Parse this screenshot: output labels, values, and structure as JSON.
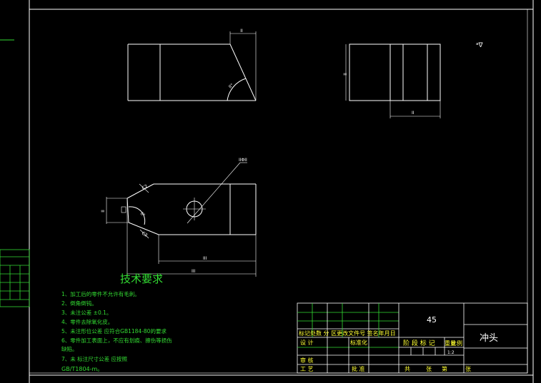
{
  "colors": {
    "background": "#000000",
    "line": "#ffffff",
    "notes": "#33dd33",
    "title_block_text": "#ffff33",
    "frame": "#ffffff"
  },
  "dimensions": {
    "front_top": "II",
    "side_height": "II",
    "side_bottom": "II",
    "arc_front": "II°",
    "hole": "IIΦII",
    "plan_height": "II",
    "plan_arc": "II°",
    "plan_bottom_inner": "III",
    "plan_bottom_overall": "III",
    "chamfer_1": "C2",
    "chamfer_2": "C2"
  },
  "roughness_symbol": "ᵃ∇",
  "technical_requirements": {
    "title": "技术要求",
    "items": [
      "1、加工后的零件不允许有毛刺。",
      "2、倒角倒钝。",
      "3、未注公差 ±0.1。",
      "4、零件去除氧化皮。",
      "5、未注形位公差 应符合GB1184-80的要求",
      "6、零件加工表面上，不应有划痕、擦伤等损伤",
      "   缺陷。",
      "7、未 标注尺寸公差 应按照",
      "GB/T1804-m。"
    ]
  },
  "title_block": {
    "material": "45",
    "part_name": "冲头",
    "revision_header": "标记处数 分 区更改文件号 签名年月日",
    "design": "设 计",
    "standardize": "标准化",
    "stage_mark": "阶 段 标 记",
    "weight": "重量",
    "scale": "比例",
    "scale_value": "1:2",
    "review": "审 核",
    "process": "工 艺",
    "approve": "批 准",
    "total": "共",
    "sheets": "张",
    "sheet_no": "第",
    "sheet_unit": "张"
  }
}
